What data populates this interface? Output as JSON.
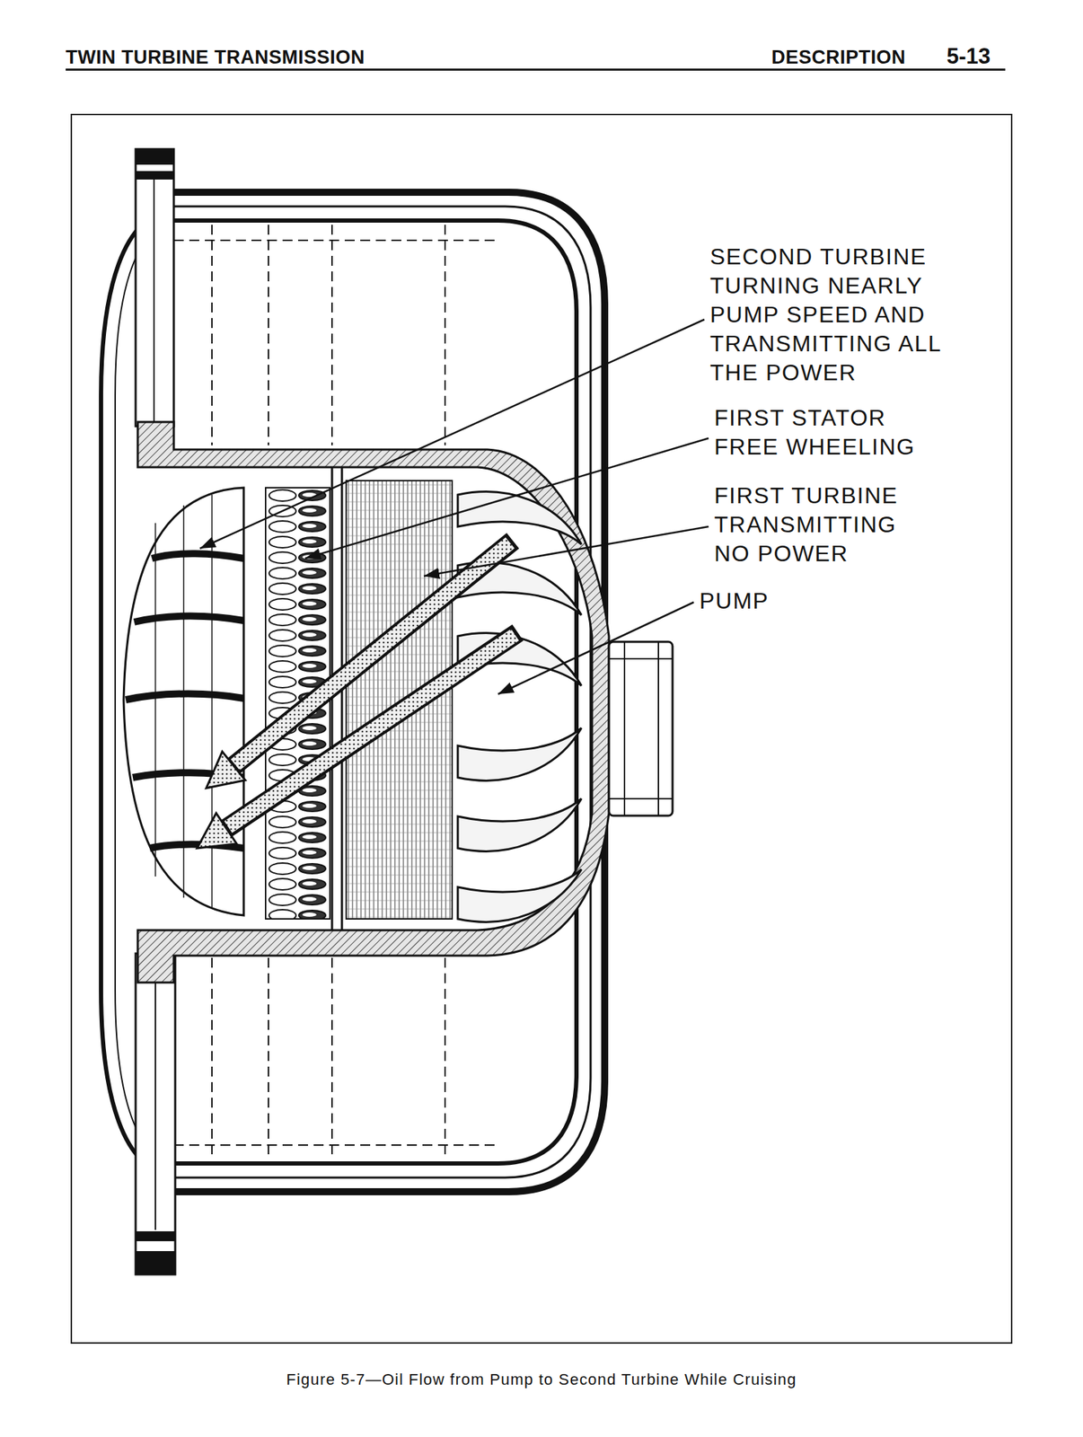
{
  "diagram": {
    "caption": "Figure 5-7—Oil Flow from Pump to Second Turbine While Cruising",
    "labels": [
      "TWIN TURBINE TRANSMISSION",
      "DESCRIPTION",
      "5-13",
      "SECOND TURBINE TURNING NEARLY PUMP SPEED AND TRANSMITTING ALL THE POWER",
      "FIRST STATOR FREE WHEELING",
      "FIRST TURBINE TRANSMITTING NO POWER",
      "PUMP"
    ]
  }
}
